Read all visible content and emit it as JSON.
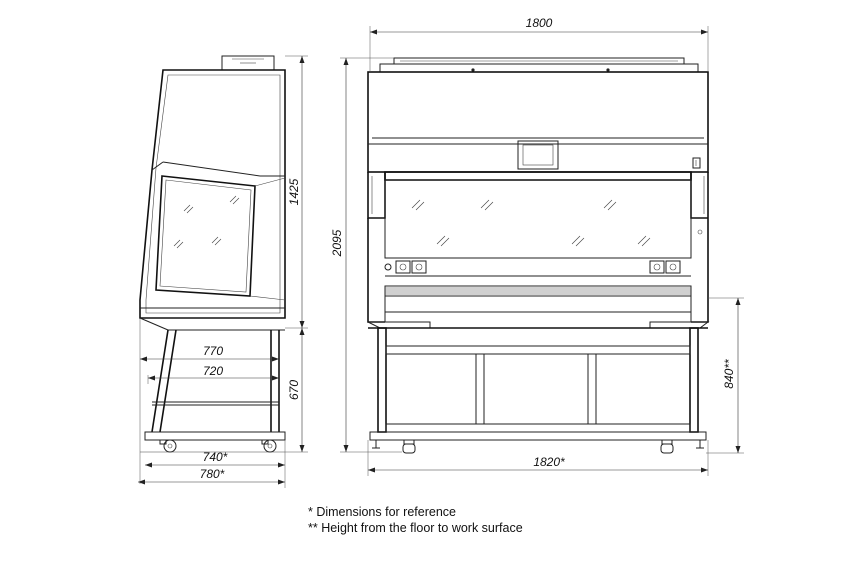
{
  "dimensions": {
    "front_width_top": "1800",
    "front_width_bottom": "1820*",
    "front_total_height": "2095",
    "front_work_surface_height": "840**",
    "side_upper_height": "1425",
    "side_stand_height": "670",
    "side_depth_770": "770",
    "side_depth_720": "720",
    "side_depth_740": "740*",
    "side_depth_780": "780*"
  },
  "notes": {
    "note1": "* Dimensions for reference",
    "note2": "** Height from the floor to work surface"
  },
  "colors": {
    "line": "#222222",
    "background": "#ffffff",
    "screen": "#dcdcdc"
  }
}
